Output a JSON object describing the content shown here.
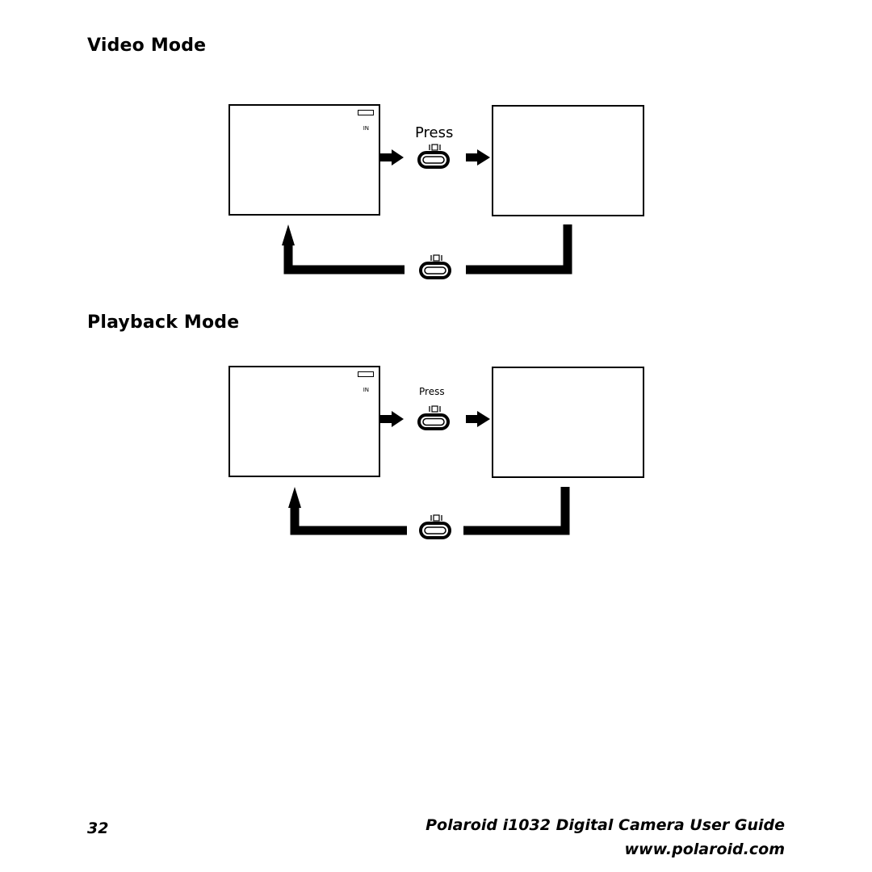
{
  "sections": [
    {
      "heading": "Video Mode",
      "screen_left": {
        "memory_label": "IN"
      },
      "press_label": "Press"
    },
    {
      "heading": "Playback Mode",
      "screen_left": {
        "memory_label": "IN"
      },
      "press_label": "Press"
    }
  ],
  "icons": {
    "battery": "battery-icon",
    "mode_button": "mode-button-icon",
    "arrow": "arrow-right-icon",
    "return_arrow": "return-arrow-icon"
  },
  "footer": {
    "page_number": "32",
    "title": "Polaroid i1032 Digital Camera User Guide",
    "url": "www.polaroid.com"
  }
}
